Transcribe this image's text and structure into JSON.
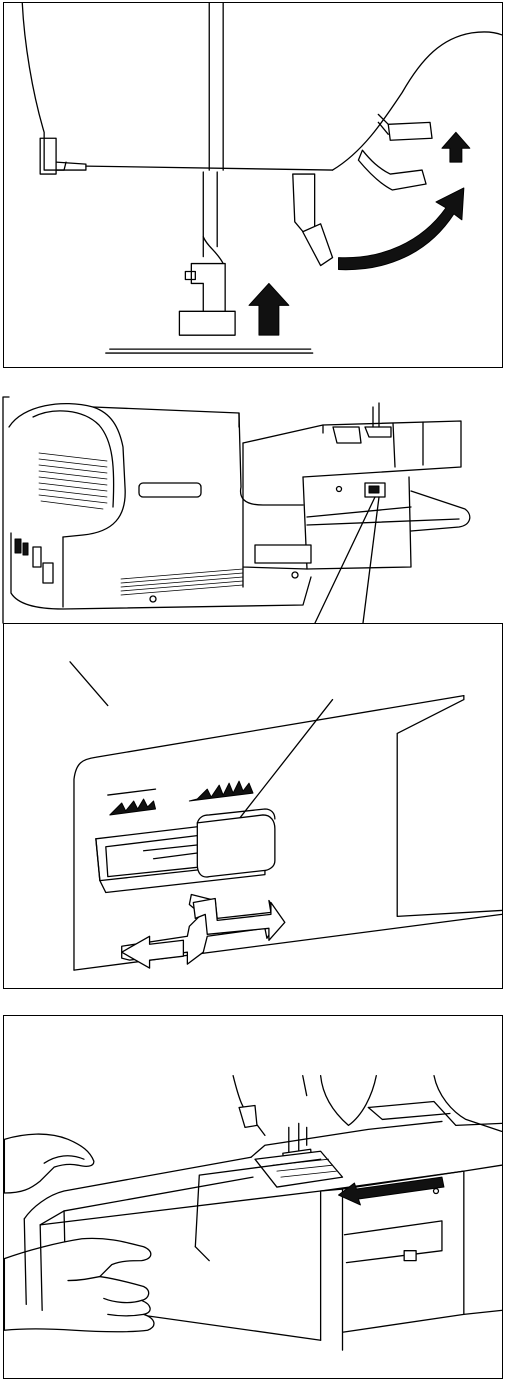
{
  "figures": [
    {
      "id": "presser-foot-lifting",
      "icons": [
        "presser-foot",
        "knee-lifter",
        "arrow-up-icon",
        "curved-arrow-icon"
      ]
    },
    {
      "id": "feed-dog-lever",
      "icons": [
        "sewing-machine",
        "feed-dog-lever",
        "double-arrow-icon"
      ]
    },
    {
      "id": "remove-extension-table",
      "icons": [
        "hands",
        "extension-table",
        "arrow-left-icon"
      ]
    }
  ]
}
